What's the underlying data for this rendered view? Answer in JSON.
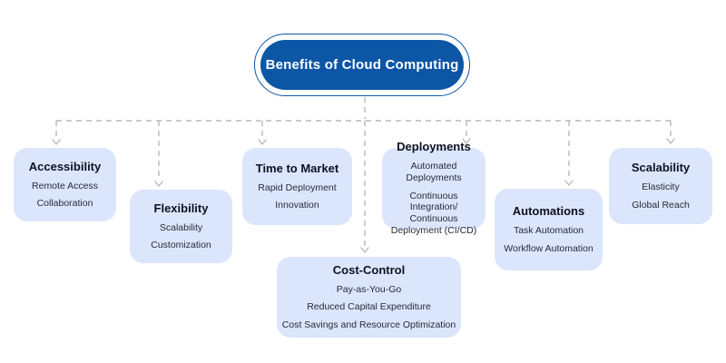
{
  "root": {
    "label": "Benefits of Cloud Computing"
  },
  "colors": {
    "root_fill": "#0d56a6",
    "root_text": "#ffffff",
    "node_fill": "#dbe5fc",
    "connector": "#b4b8c0",
    "title_text": "#0d1220",
    "item_text": "#262b38",
    "bg": "#ffffff"
  },
  "nodes": [
    {
      "id": "accessibility",
      "title": "Accessibility",
      "items": [
        "Remote Access",
        "Collaboration"
      ]
    },
    {
      "id": "flexibility",
      "title": "Flexibility",
      "items": [
        "Scalability",
        "Customization"
      ]
    },
    {
      "id": "time-to-market",
      "title": "Time to Market",
      "items": [
        "Rapid Deployment",
        "Innovation"
      ]
    },
    {
      "id": "deployments",
      "title": "Deployments",
      "items": [
        "Automated Deployments",
        "Continuous Integration/ Continuous Deployment (CI/CD)"
      ]
    },
    {
      "id": "automations",
      "title": "Automations",
      "items": [
        "Task Automation",
        "Workflow Automation"
      ]
    },
    {
      "id": "scalability",
      "title": "Scalability",
      "items": [
        "Elasticity",
        "Global Reach"
      ]
    },
    {
      "id": "cost-control",
      "title": "Cost-Control",
      "items": [
        "Pay-as-You-Go",
        "Reduced Capital Expenditure",
        "Cost Savings and Resource Optimization"
      ]
    }
  ]
}
